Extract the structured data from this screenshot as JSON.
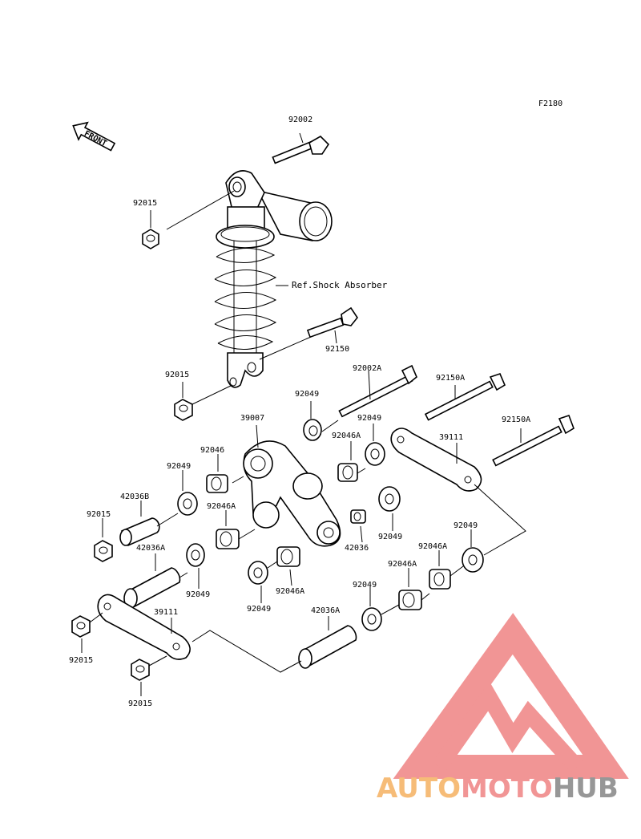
{
  "figure_code": "F2180",
  "front_label": "FRONT",
  "reference_note": "Ref.Shock Absorber",
  "parts": {
    "p92002": "92002",
    "p92015_top": "92015",
    "p92150": "92150",
    "p92015_mid": "92015",
    "p92002A": "92002A",
    "p92150A_1": "92150A",
    "p92150A_2": "92150A",
    "p92049_a": "92049",
    "p39007": "39007",
    "p92049_b": "92049",
    "p92046A_a": "92046A",
    "p39111_r": "39111",
    "p92046": "92046",
    "p92049_c": "92049",
    "p42036B": "42036B",
    "p92046A_b": "92046A",
    "p92015_l": "92015",
    "p92049_d": "92049",
    "p42036": "42036",
    "p92049_e": "92049",
    "p92046A_c": "92046A",
    "p42036A_l": "42036A",
    "p92049_f": "92049",
    "p92046A_d": "92046A",
    "p92046A_e": "92046A",
    "p92049_g": "92049",
    "p92049_h": "92049",
    "p39111_l": "39111",
    "p42036A_b": "42036A",
    "p92015_b1": "92015",
    "p92015_b2": "92015"
  },
  "watermark": {
    "part1": "AUTO",
    "part2": "MOTO",
    "part3": "HUB"
  },
  "colors": {
    "watermark_orange": "#f6b56a",
    "watermark_red": "#f08a8a",
    "watermark_gray": "#8c8c8c"
  }
}
